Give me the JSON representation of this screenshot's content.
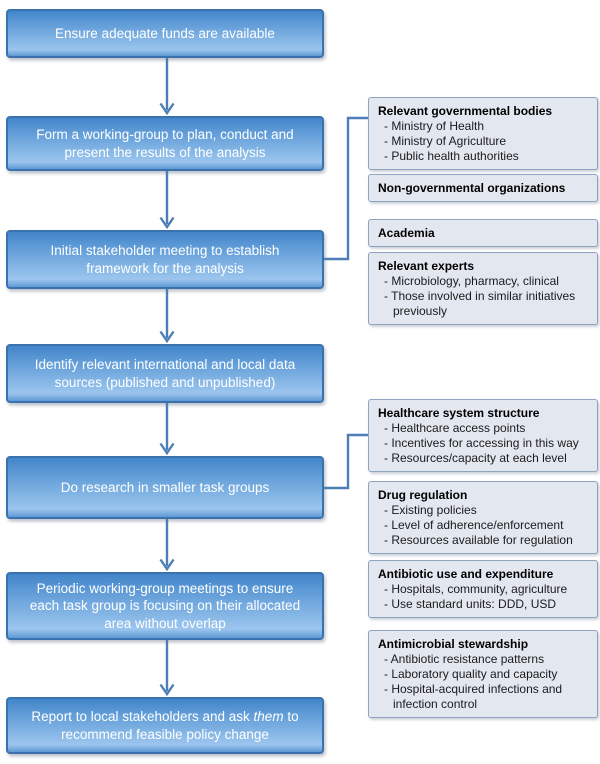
{
  "palette": {
    "flow_box_fill_top": "#4285c9",
    "flow_box_fill_light": "#9cc5ee",
    "flow_box_border": "#3a72ae",
    "flow_text": "#ffffff",
    "connector": "#4d7eb5",
    "note_fill": "#e2e7f0",
    "note_border": "#8fa2c0",
    "note_text": "#1b1b1b"
  },
  "flow": [
    {
      "text": "Ensure adequate funds are available"
    },
    {
      "text": "Form a working-group to plan, conduct and present the results of the analysis"
    },
    {
      "text": "Initial stakeholder meeting to establish framework for the analysis"
    },
    {
      "text": "Identify relevant international and local data sources (published and unpublished)"
    },
    {
      "text": "Do research in smaller task groups"
    },
    {
      "text": "Periodic working-group meetings to ensure each task group is focusing on their allocated area without overlap"
    },
    {
      "pre": "Report to local stakeholders and ask ",
      "em": "them",
      "post": " to recommend feasible policy change"
    }
  ],
  "notes": {
    "stakeholders": [
      {
        "title": "Relevant governmental bodies",
        "items": [
          "- Ministry of Health",
          "- Ministry of Agriculture",
          "- Public health authorities"
        ]
      },
      {
        "title": "Non-governmental organizations",
        "items": []
      },
      {
        "title": "Academia",
        "items": []
      },
      {
        "title": "Relevant experts",
        "items": [
          "- Microbiology, pharmacy, clinical",
          "- Those involved in similar initiatives previously"
        ]
      }
    ],
    "research": [
      {
        "title": "Healthcare system structure",
        "items": [
          "- Healthcare access points",
          "- Incentives for accessing in this way",
          "- Resources/capacity at each level"
        ]
      },
      {
        "title": "Drug regulation",
        "items": [
          "- Existing policies",
          "- Level of adherence/enforcement",
          "- Resources available for regulation"
        ]
      },
      {
        "title": "Antibiotic use and expenditure",
        "items": [
          "- Hospitals, community, agriculture",
          "- Use standard units: DDD, USD"
        ]
      },
      {
        "title": "Antimicrobial stewardship",
        "items": [
          "- Antibiotic resistance patterns",
          "- Laboratory quality and capacity",
          "- Hospital-acquired infections and infection control"
        ]
      }
    ]
  }
}
